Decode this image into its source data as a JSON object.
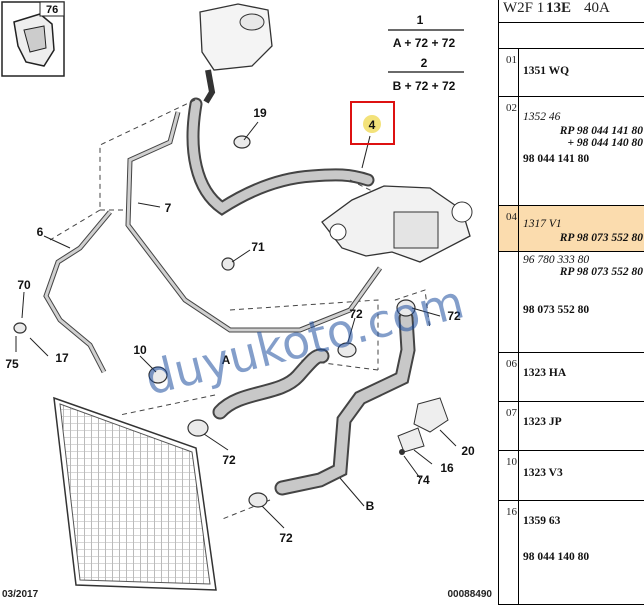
{
  "header": {
    "part1": "W2F 1",
    "part2": "13E",
    "part3": "40A"
  },
  "diagram": {
    "legend": {
      "num1": "1",
      "text1": "A + 72 + 72",
      "num2": "2",
      "text2": "B + 72 + 72"
    },
    "inset_label": "76",
    "callouts": {
      "c4": "4",
      "c19": "19",
      "c7": "7",
      "c6": "6",
      "c71": "71",
      "c70": "70",
      "c17": "17",
      "c75": "75",
      "c10": "10",
      "cA": "A",
      "c72a": "72",
      "c72b": "72",
      "c72c": "72",
      "c72d": "72",
      "c20": "20",
      "c16": "16",
      "c74": "74",
      "cB": "B"
    },
    "watermark": "duyukoto.com",
    "footer_date": "03/2017",
    "footer_id": "00088490"
  },
  "references": [
    {
      "index": "01",
      "lines": [
        {
          "text": "1351 WQ",
          "style": "bold",
          "align": "left"
        }
      ]
    },
    {
      "index": "02",
      "lines": [
        {
          "text": "1352 46",
          "style": "italic",
          "align": "left"
        },
        {
          "text": "RP 98 044 141 80",
          "style": "bold-italic",
          "align": "right"
        },
        {
          "text": "+ 98 044 140 80",
          "style": "bold-italic",
          "align": "right"
        },
        {
          "text": "98 044 141 80",
          "style": "bold",
          "align": "left"
        }
      ]
    },
    {
      "index": "04",
      "highlight": true,
      "lines": [
        {
          "text": "1317 V1",
          "style": "italic",
          "align": "left"
        },
        {
          "text": "RP 98 073 552 80",
          "style": "bold-italic",
          "align": "right"
        }
      ]
    },
    {
      "index": "",
      "lines": [
        {
          "text": "96 780 333 80",
          "style": "italic",
          "align": "left"
        },
        {
          "text": "RP 98 073 552 80",
          "style": "bold-italic",
          "align": "right"
        },
        {
          "text": "98 073 552 80",
          "style": "bold",
          "align": "left"
        }
      ]
    },
    {
      "index": "06",
      "lines": [
        {
          "text": "1323 HA",
          "style": "bold",
          "align": "left"
        }
      ]
    },
    {
      "index": "07",
      "lines": [
        {
          "text": "1323 JP",
          "style": "bold",
          "align": "left"
        }
      ]
    },
    {
      "index": "10",
      "lines": [
        {
          "text": "1323 V3",
          "style": "bold",
          "align": "left"
        }
      ]
    },
    {
      "index": "16",
      "lines": [
        {
          "text": "1359 63",
          "style": "bold",
          "align": "left"
        },
        {
          "text": "98 044 140 80",
          "style": "bold",
          "align": "left"
        }
      ]
    }
  ]
}
